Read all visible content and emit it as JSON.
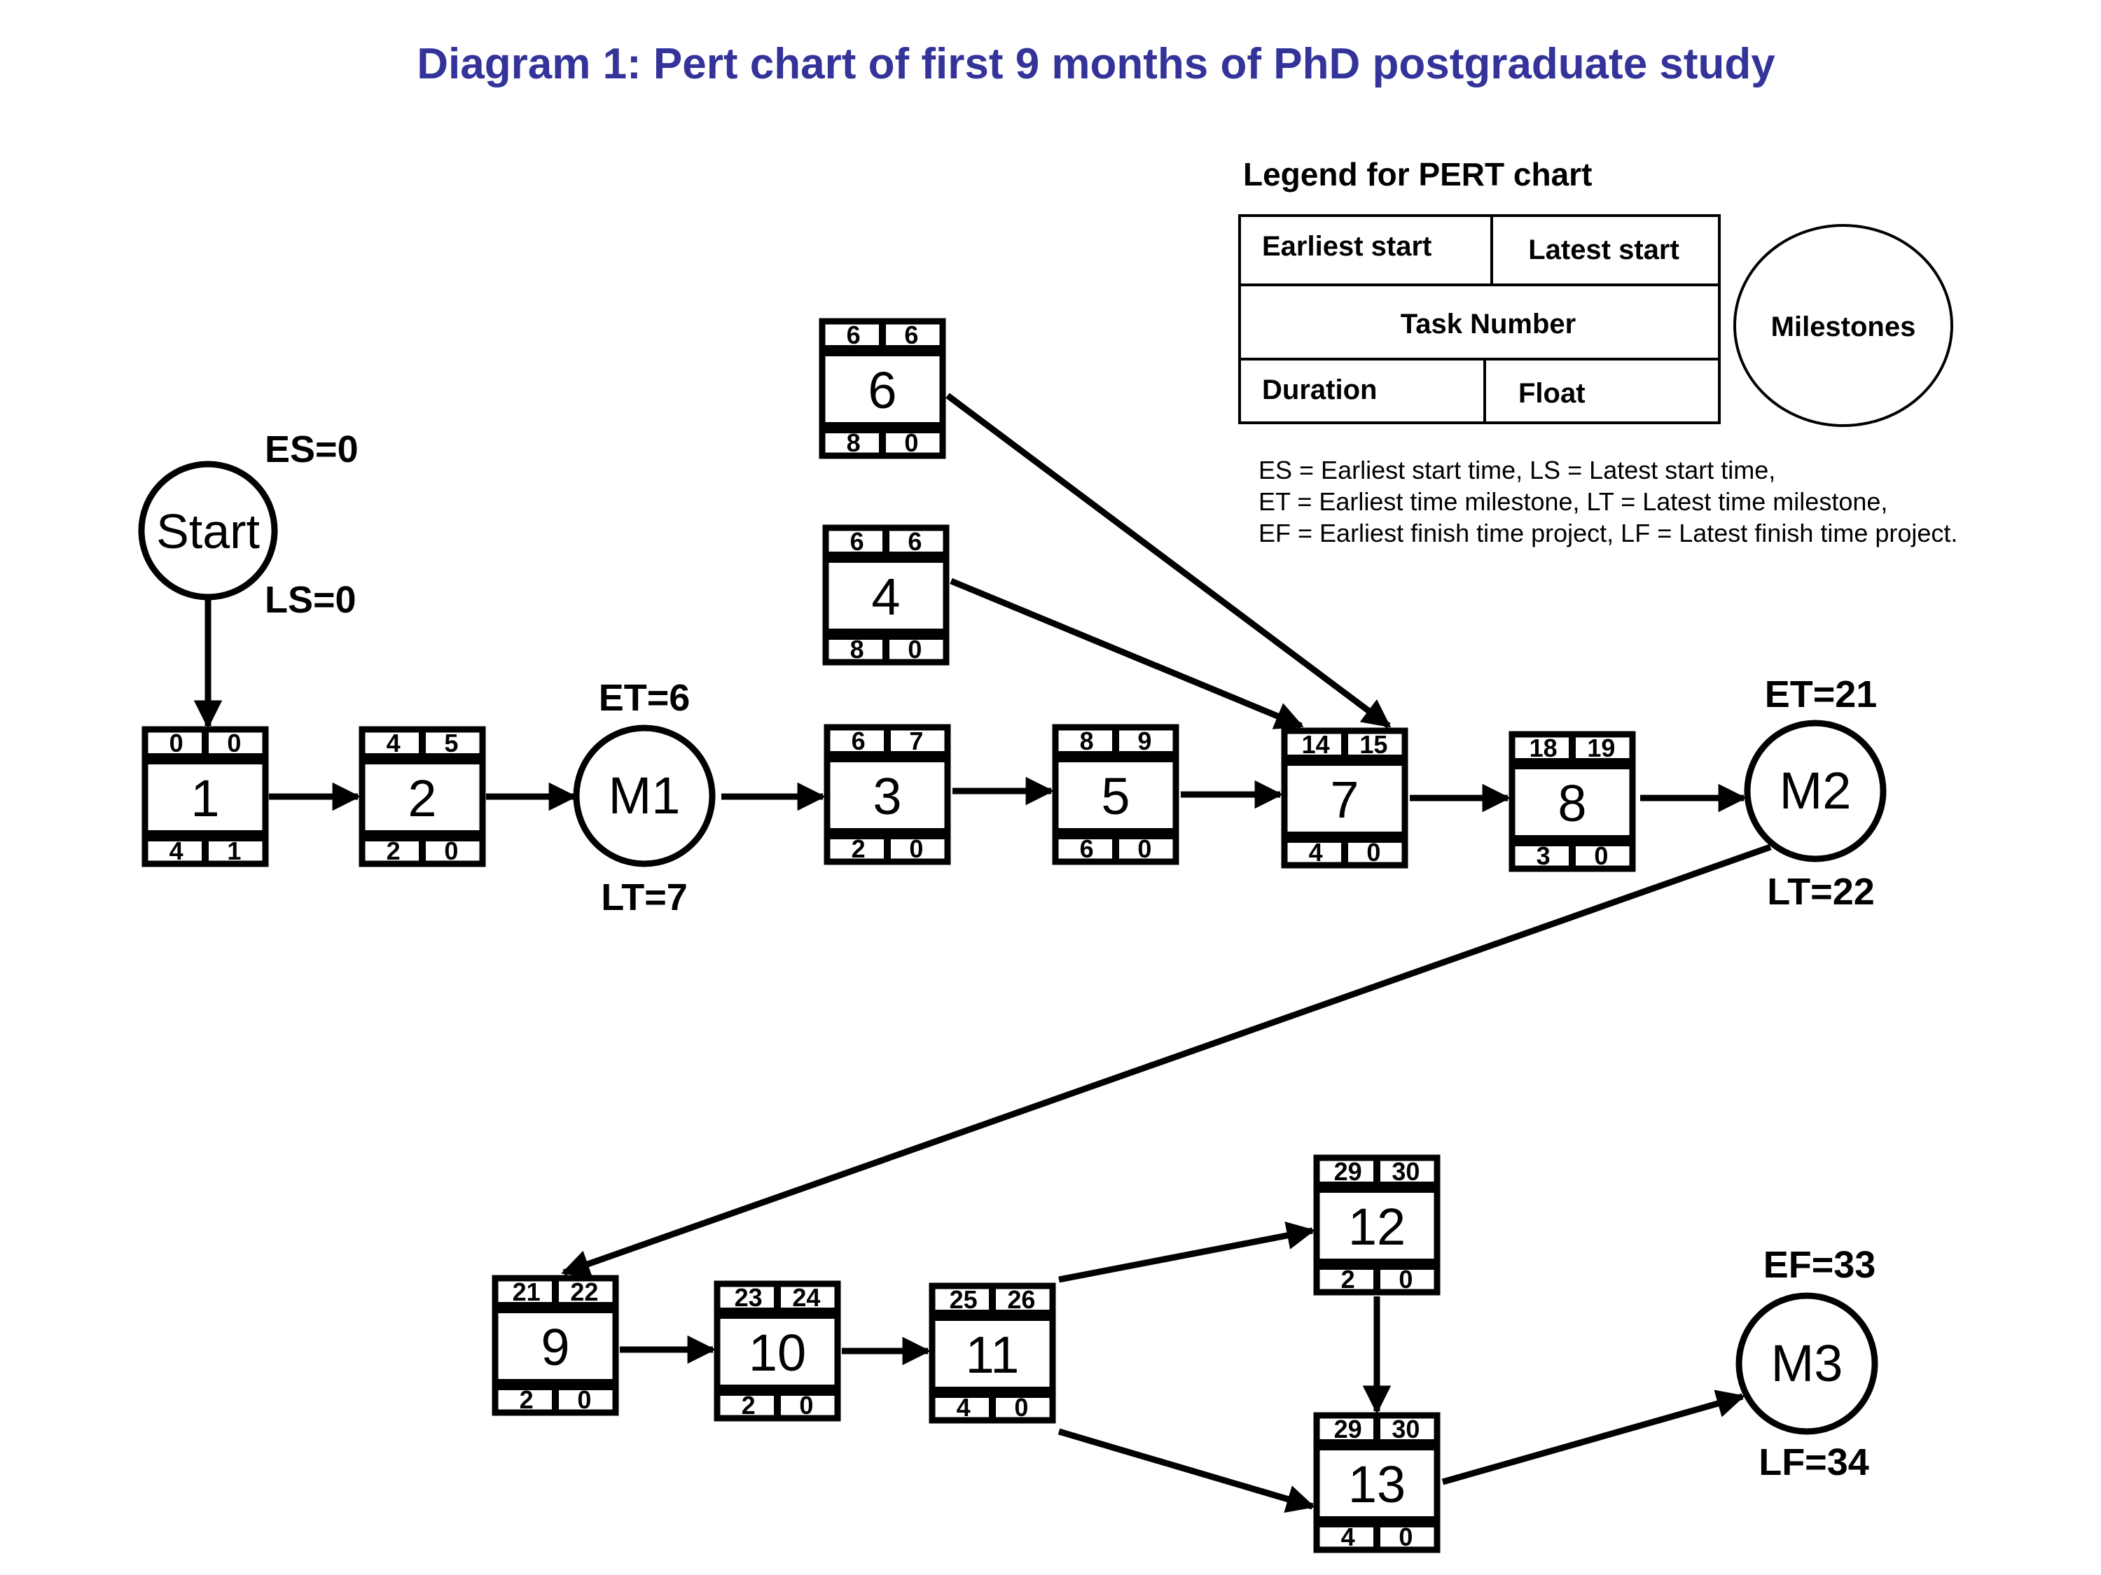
{
  "title": "Diagram 1: Pert chart of first 9 months of PhD postgraduate study",
  "colors": {
    "title": "#333399",
    "ink": "#000000",
    "paper": "#ffffff"
  },
  "legend": {
    "heading": "Legend for PERT chart",
    "earliest_start": "Earliest start",
    "latest_start": "Latest start",
    "task_number": "Task Number",
    "duration": "Duration",
    "float": "Float",
    "milestones": "Milestones",
    "notes": [
      "ES = Earliest start time, LS = Latest start time,",
      "ET = Earliest time milestone, LT = Latest time milestone,",
      "EF = Earliest finish time project, LF = Latest finish time project."
    ]
  },
  "start_node": {
    "label": "Start",
    "es": "ES=0",
    "ls": "LS=0"
  },
  "milestones": [
    {
      "id": "M1",
      "label": "M1",
      "top": "ET=6",
      "bottom": "LT=7"
    },
    {
      "id": "M2",
      "label": "M2",
      "top": "ET=21",
      "bottom": "LT=22"
    },
    {
      "id": "M3",
      "label": "M3",
      "top": "EF=33",
      "bottom": "LF=34"
    }
  ],
  "tasks": [
    {
      "number": "1",
      "es": "0",
      "ls": "0",
      "duration": "4",
      "float": "1"
    },
    {
      "number": "2",
      "es": "4",
      "ls": "5",
      "duration": "2",
      "float": "0"
    },
    {
      "number": "3",
      "es": "6",
      "ls": "7",
      "duration": "2",
      "float": "0"
    },
    {
      "number": "4",
      "es": "6",
      "ls": "6",
      "duration": "8",
      "float": "0"
    },
    {
      "number": "5",
      "es": "8",
      "ls": "9",
      "duration": "6",
      "float": "0"
    },
    {
      "number": "6",
      "es": "6",
      "ls": "6",
      "duration": "8",
      "float": "0"
    },
    {
      "number": "7",
      "es": "14",
      "ls": "15",
      "duration": "4",
      "float": "0"
    },
    {
      "number": "8",
      "es": "18",
      "ls": "19",
      "duration": "3",
      "float": "0"
    },
    {
      "number": "9",
      "es": "21",
      "ls": "22",
      "duration": "2",
      "float": "0"
    },
    {
      "number": "10",
      "es": "23",
      "ls": "24",
      "duration": "2",
      "float": "0"
    },
    {
      "number": "11",
      "es": "25",
      "ls": "26",
      "duration": "4",
      "float": "0"
    },
    {
      "number": "12",
      "es": "29",
      "ls": "30",
      "duration": "2",
      "float": "0"
    },
    {
      "number": "13",
      "es": "29",
      "ls": "30",
      "duration": "4",
      "float": "0"
    }
  ],
  "edges": [
    [
      "Start",
      "1"
    ],
    [
      "1",
      "2"
    ],
    [
      "2",
      "M1"
    ],
    [
      "M1",
      "3"
    ],
    [
      "3",
      "5"
    ],
    [
      "5",
      "7"
    ],
    [
      "4",
      "7"
    ],
    [
      "6",
      "7"
    ],
    [
      "7",
      "8"
    ],
    [
      "8",
      "M2"
    ],
    [
      "M2",
      "9"
    ],
    [
      "9",
      "10"
    ],
    [
      "10",
      "11"
    ],
    [
      "11",
      "12"
    ],
    [
      "11",
      "13"
    ],
    [
      "12",
      "13"
    ],
    [
      "13",
      "M3"
    ]
  ]
}
